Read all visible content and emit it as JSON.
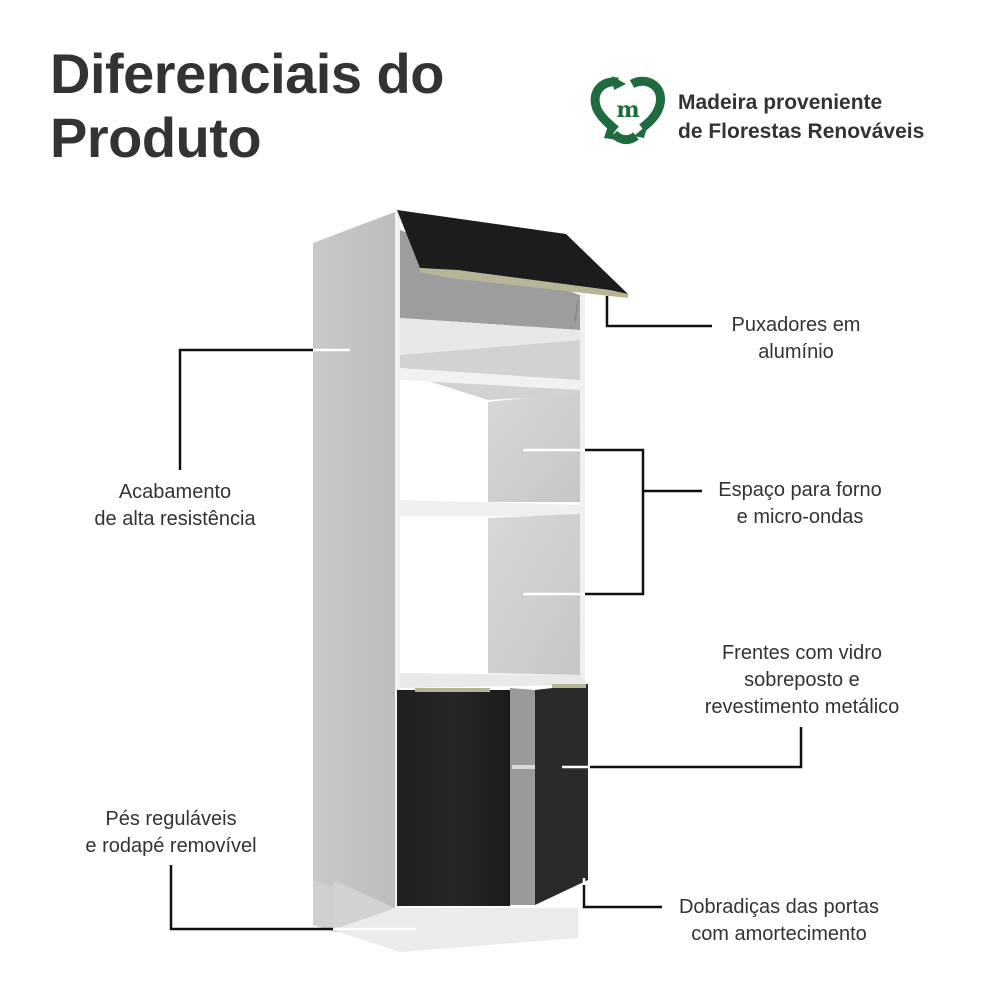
{
  "header": {
    "title_line1": "Diferenciais do",
    "title_line2": "Produto"
  },
  "badge": {
    "icon": "recycle-heart-m-icon",
    "line1": "Madeira proveniente",
    "line2": "de Florestas Renováveis",
    "color": "#1e6b3f"
  },
  "product": {
    "type": "tall kitchen cabinet with oven/microwave niche",
    "body_color": "#d7d7d7",
    "door_color": "#222222",
    "handle_color": "#b9b79a"
  },
  "callouts": [
    {
      "id": "handles",
      "line1": "Puxadores em",
      "line2": "alumínio"
    },
    {
      "id": "finish",
      "line1": "Acabamento",
      "line2": "de alta resistência"
    },
    {
      "id": "oven-space",
      "line1": "Espaço para forno",
      "line2": "e micro-ondas"
    },
    {
      "id": "fronts",
      "line1": "Frentes com vidro",
      "line2": "sobreposto e",
      "line3": "revestimento metálico"
    },
    {
      "id": "feet",
      "line1": "Pés reguláveis",
      "line2": "e rodapé removível"
    },
    {
      "id": "hinges",
      "line1": "Dobradiças das portas",
      "line2": "com amortecimento"
    }
  ]
}
